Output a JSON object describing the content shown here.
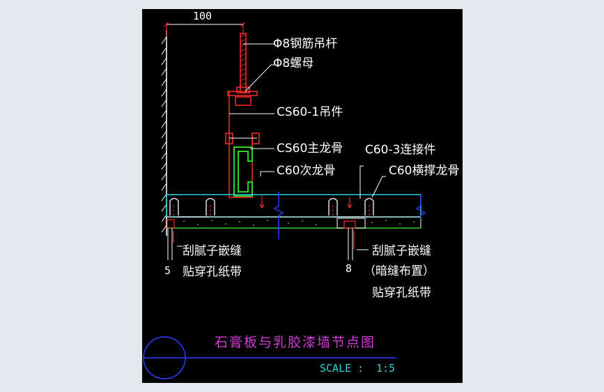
{
  "drawing": {
    "dimension_top": "100",
    "dimension_left": "5",
    "dimension_mid": "8",
    "labels": {
      "rod": "Φ8钢筋吊杆",
      "nut": "Φ8螺母",
      "hanger": "CS60-1吊件",
      "main_keel": "CS60主龙骨",
      "connector": "C60-3连接件",
      "secondary_keel": "C60次龙骨",
      "cross_keel": "C60横撑龙骨",
      "putty_left_1": "刮腻子嵌缝",
      "putty_left_2": "贴穿孔纸带",
      "putty_right_1": "刮腻子嵌缝",
      "putty_right_2": "（暗缝布置）",
      "putty_right_3": "贴穿孔纸带"
    },
    "title": "石膏板与乳胶漆墙节点图",
    "scale_label": "SCALE :",
    "scale_value": "1:5"
  },
  "colors": {
    "background": "#000000",
    "outline": "#ffffff",
    "steel": "#ff2a2a",
    "keel": "#2fd42f",
    "gypsum": "#27d3d8",
    "title": "#d13ad6",
    "blue": "#2a3cff"
  }
}
